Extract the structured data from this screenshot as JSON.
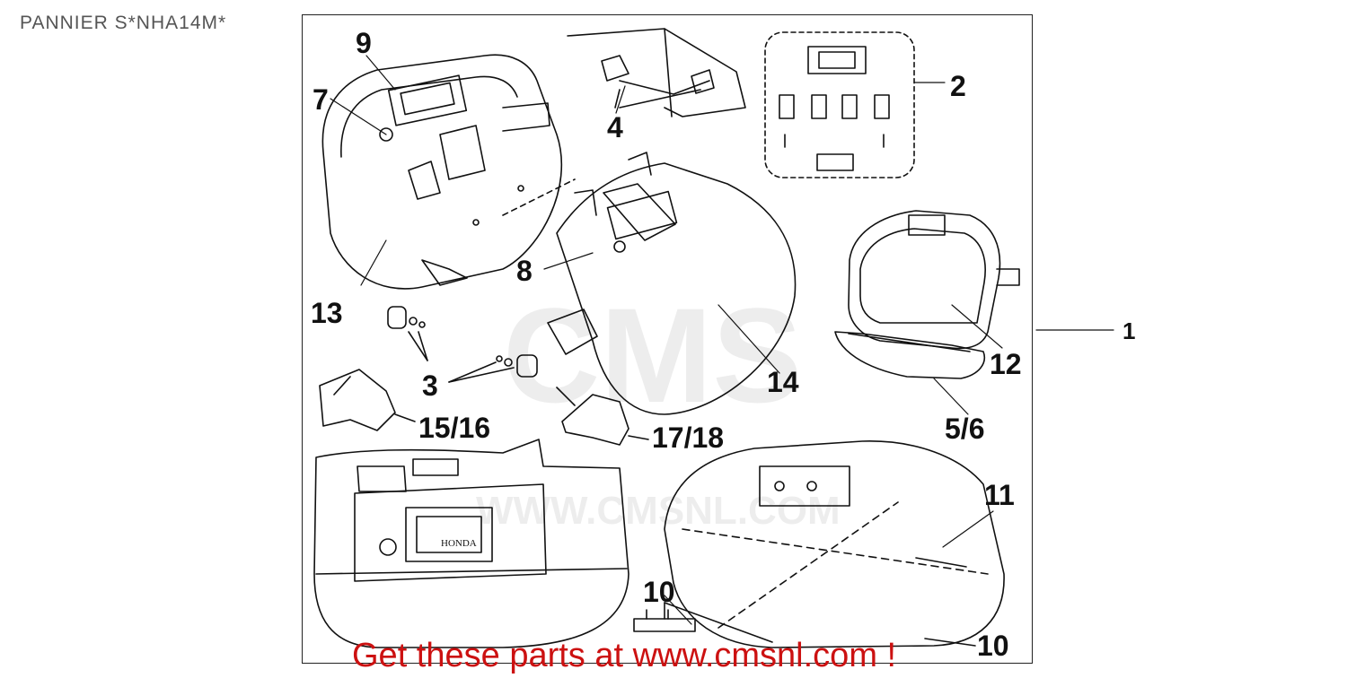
{
  "title": "PANNIER S*NHA14M*",
  "callouts": {
    "c1": "1",
    "c2": "2",
    "c3": "3",
    "c4": "4",
    "c5_6": "5/6",
    "c7": "7",
    "c8": "8",
    "c9": "9",
    "c10a": "10",
    "c10b": "10",
    "c11": "11",
    "c12": "12",
    "c13": "13",
    "c14": "14",
    "c15_16": "15/16",
    "c17_18": "17/18"
  },
  "watermark": {
    "brand": "CMS",
    "url": "WWW.CMSNL.COM"
  },
  "part_marking": "HONDA",
  "footer": "Get these parts at www.cmsnl.com !"
}
